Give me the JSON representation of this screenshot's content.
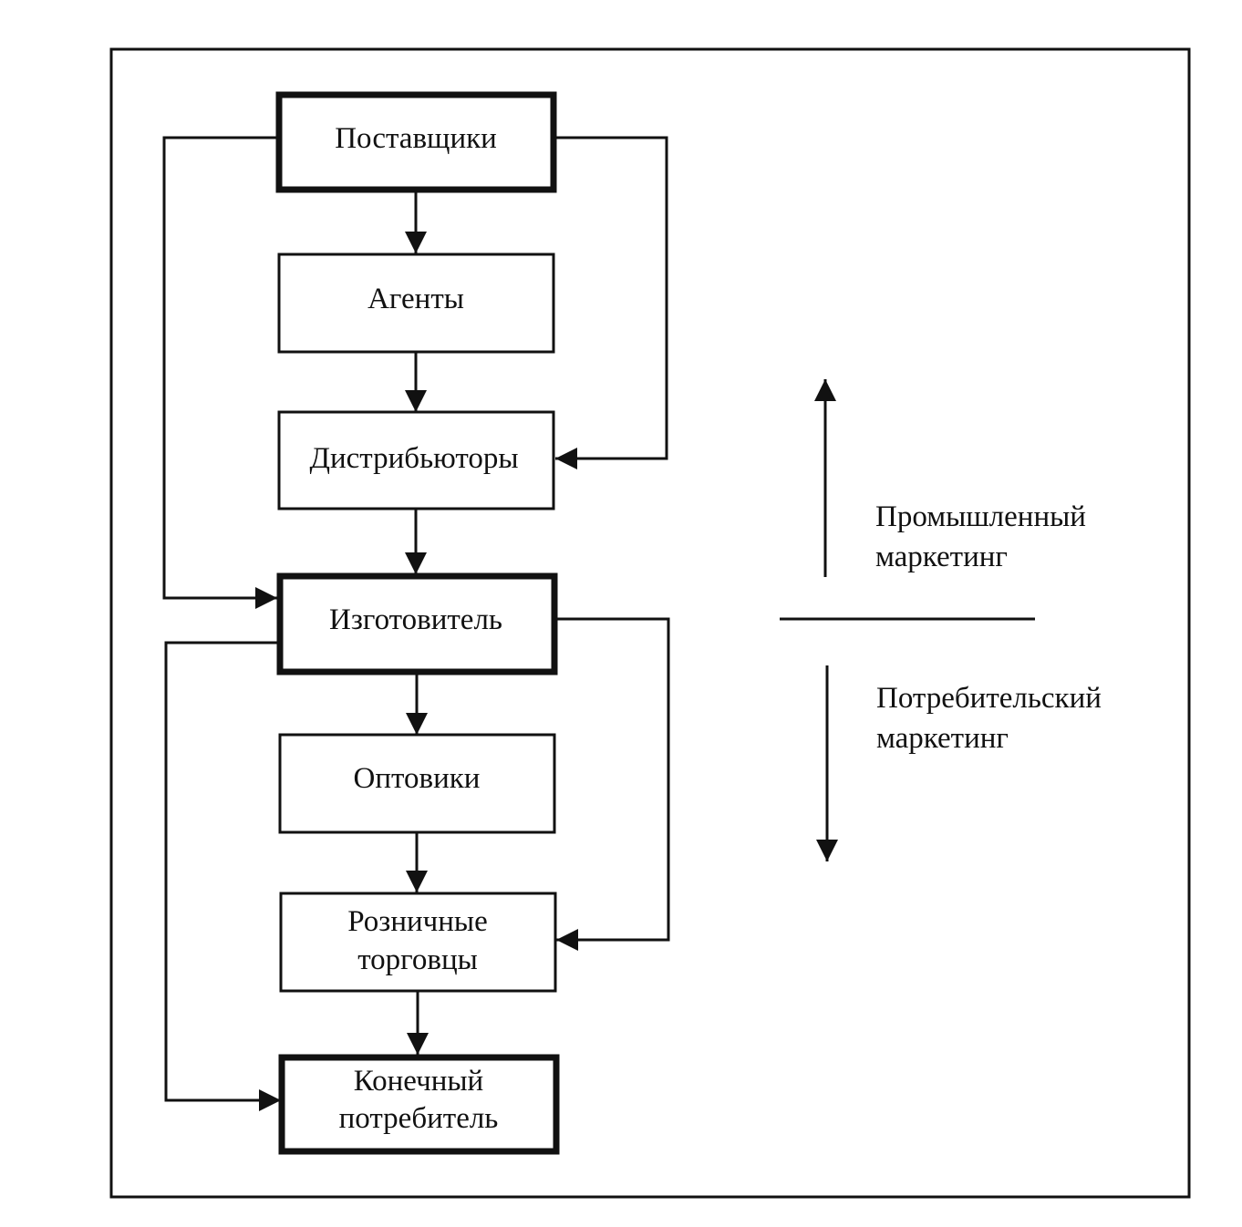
{
  "nodes": {
    "suppliers": "Поставщики",
    "agents": "Агенты",
    "distributors": "Дистрибьюторы",
    "manufacturer": "Изготовитель",
    "wholesalers": "Оптовики",
    "retailers_line1": "Розничные",
    "retailers_line2": "торговцы",
    "end_consumer_line1": "Конечный",
    "end_consumer_line2": "потребитель"
  },
  "side_labels": {
    "industrial_line1": "Промышленный",
    "industrial_line2": "маркетинг",
    "consumer_line1": "Потребительский",
    "consumer_line2": "маркетинг"
  }
}
